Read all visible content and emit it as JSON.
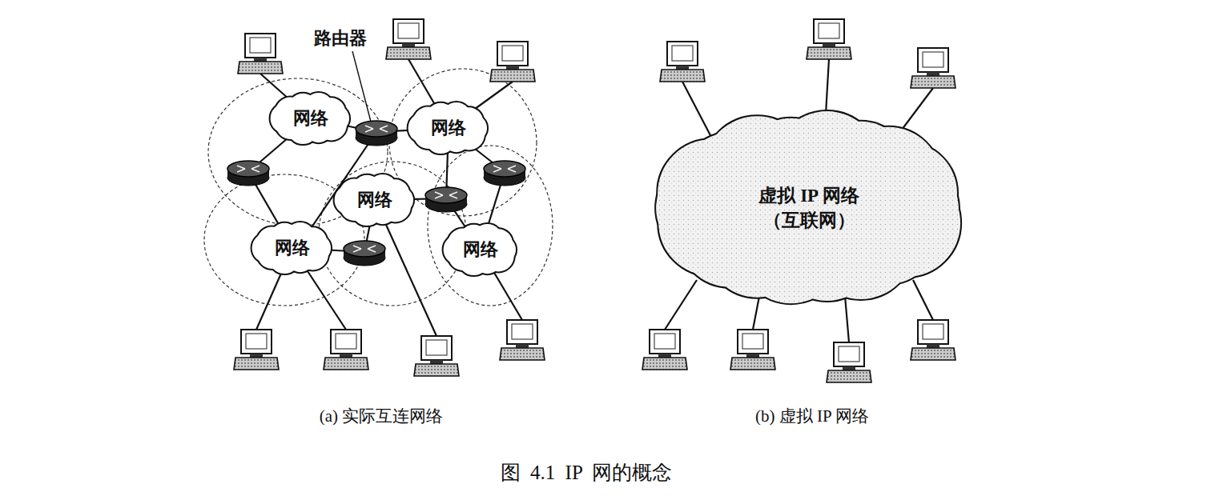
{
  "diagram": {
    "caption": "图 4.1 IP 网的概念",
    "nodes": [
      {
        "text": [
          "网络"
        ]
      },
      {
        "text": [
          "网络"
        ]
      },
      {
        "text": [
          "网络"
        ]
      },
      {
        "text": [
          "网络"
        ]
      },
      {
        "text": [
          "网络"
        ]
      },
      {
        "text": [
          "虚拟 IP 网络 （互联网）"
        ]
      }
    ],
    "labels": [
      "路由器",
      "(a) 实际互连网络",
      "(b) 虚拟 IP 网络"
    ]
  }
}
